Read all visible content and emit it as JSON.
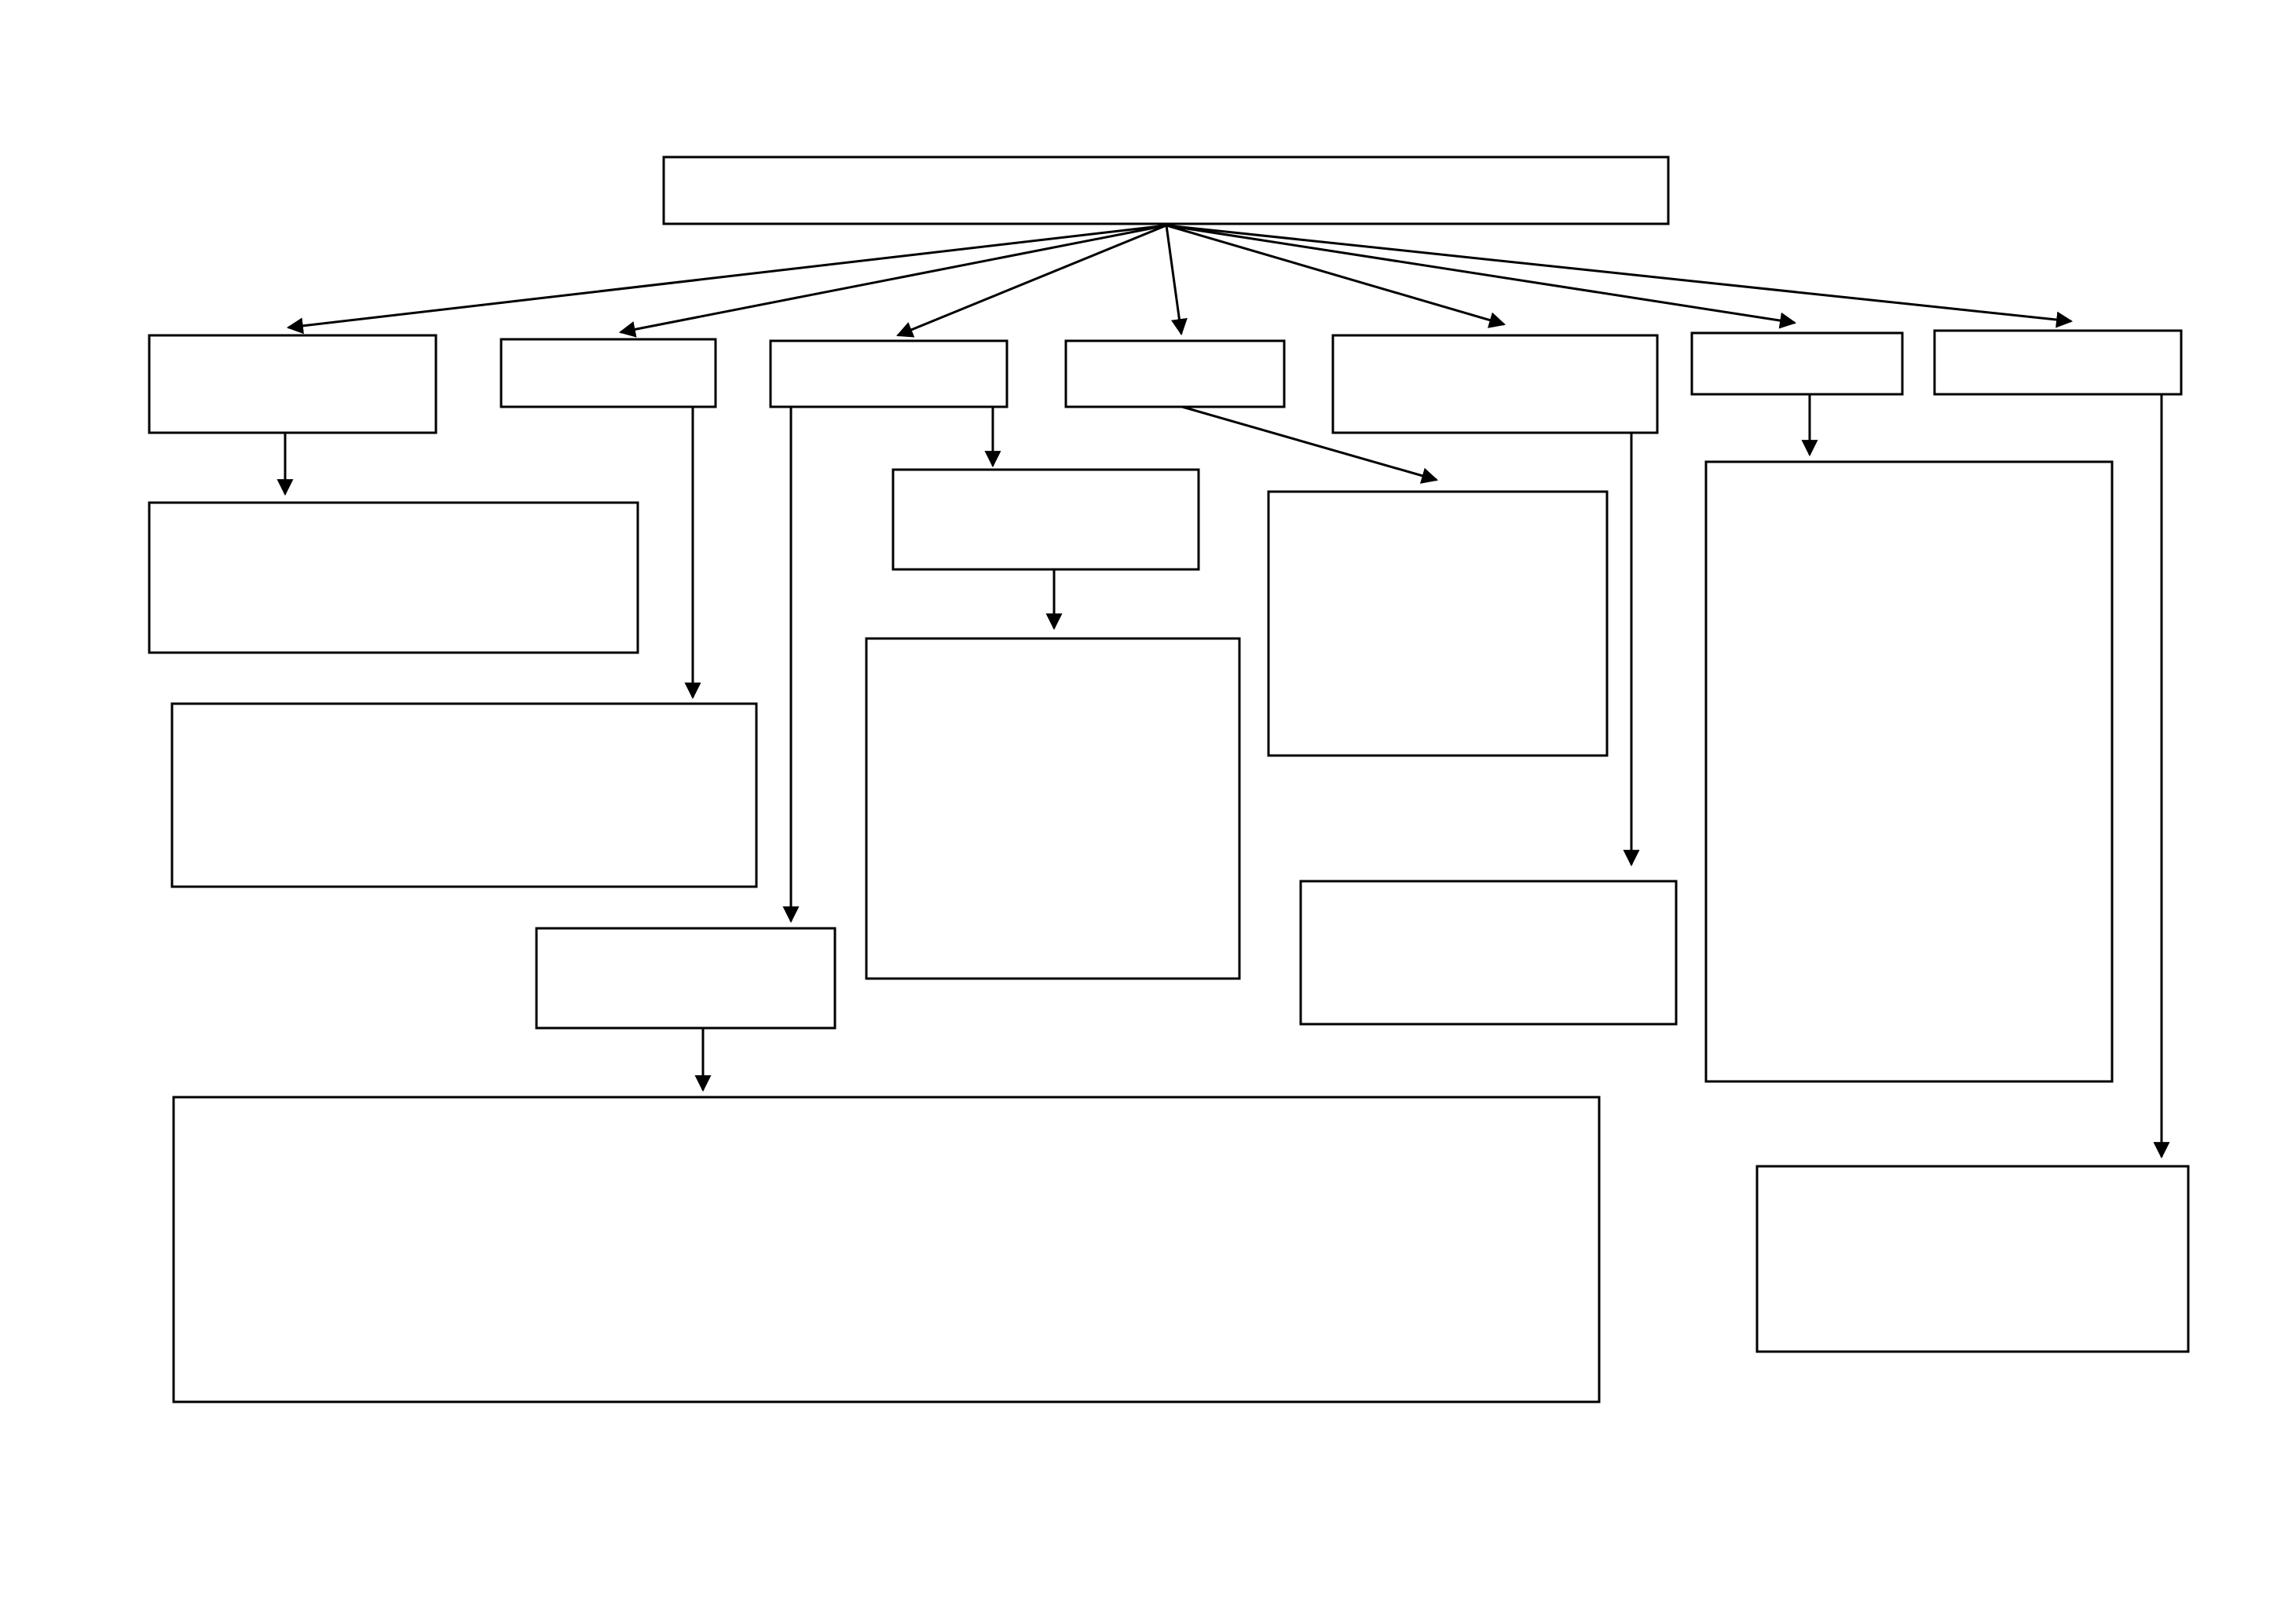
{
  "diagram": {
    "stroke_color": "#000000",
    "background_color": "#ffffff",
    "nodes": [
      {
        "id": "root",
        "label": ""
      },
      {
        "id": "branch-1",
        "label": ""
      },
      {
        "id": "branch-2",
        "label": ""
      },
      {
        "id": "branch-3",
        "label": ""
      },
      {
        "id": "branch-4",
        "label": ""
      },
      {
        "id": "branch-5",
        "label": ""
      },
      {
        "id": "branch-6",
        "label": ""
      },
      {
        "id": "branch-7",
        "label": ""
      },
      {
        "id": "branch-1-child",
        "label": ""
      },
      {
        "id": "branch-2-child",
        "label": ""
      },
      {
        "id": "branch-3-child-a",
        "label": ""
      },
      {
        "id": "branch-3-child-a-child",
        "label": ""
      },
      {
        "id": "branch-3-child-b",
        "label": ""
      },
      {
        "id": "branch-3-child-b-child",
        "label": ""
      },
      {
        "id": "branch-4-child",
        "label": ""
      },
      {
        "id": "branch-5-child",
        "label": ""
      },
      {
        "id": "branch-6-child",
        "label": ""
      },
      {
        "id": "branch-7-child",
        "label": ""
      }
    ],
    "edges": [
      {
        "from": "root",
        "to": "branch-1"
      },
      {
        "from": "root",
        "to": "branch-2"
      },
      {
        "from": "root",
        "to": "branch-3"
      },
      {
        "from": "root",
        "to": "branch-4"
      },
      {
        "from": "root",
        "to": "branch-5"
      },
      {
        "from": "root",
        "to": "branch-6"
      },
      {
        "from": "root",
        "to": "branch-7"
      },
      {
        "from": "branch-1",
        "to": "branch-1-child"
      },
      {
        "from": "branch-2",
        "to": "branch-2-child"
      },
      {
        "from": "branch-3",
        "to": "branch-3-child-a"
      },
      {
        "from": "branch-3-child-a",
        "to": "branch-3-child-a-child"
      },
      {
        "from": "branch-3",
        "to": "branch-3-child-b"
      },
      {
        "from": "branch-3-child-b",
        "to": "branch-3-child-b-child"
      },
      {
        "from": "branch-4",
        "to": "branch-4-child"
      },
      {
        "from": "branch-5",
        "to": "branch-5-child"
      },
      {
        "from": "branch-6",
        "to": "branch-6-child"
      },
      {
        "from": "branch-7",
        "to": "branch-7-child"
      }
    ]
  }
}
